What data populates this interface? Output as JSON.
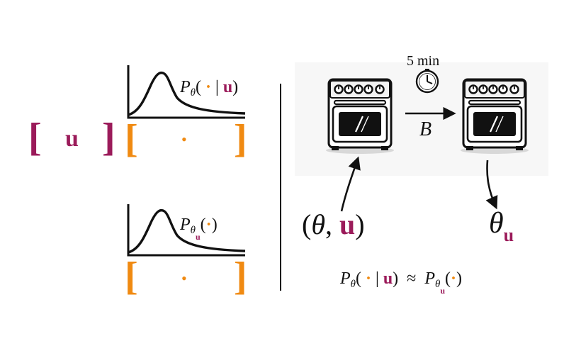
{
  "left": {
    "context_bracket": {
      "open": "[",
      "close": "]",
      "symbol": "u",
      "color": "#9b1b5a"
    },
    "top_dist": {
      "label": {
        "p": "P",
        "sub": "θ",
        "open": "(",
        "dot": "·",
        "bar": "|",
        "u": "u",
        "close": ")"
      },
      "bracket": {
        "open": "[",
        "close": "]",
        "dot": "•"
      }
    },
    "bottom_dist": {
      "label": {
        "p": "P",
        "sub": "θ",
        "subsub": "u",
        "open": "(",
        "dot": "·",
        "close": ")"
      },
      "bracket": {
        "open": "[",
        "close": "]",
        "dot": "•"
      }
    },
    "accent_color": "#f08a12"
  },
  "right": {
    "timer_text": "5 min",
    "timer_icon": "clock-icon",
    "arrow_label": "B",
    "input_label": {
      "open": "(",
      "theta": "θ",
      "comma": ",",
      "u": "u",
      "close": ")"
    },
    "output_label": {
      "theta": "θ",
      "sub": "u"
    },
    "equation": {
      "lhs": {
        "p": "P",
        "sub": "θ",
        "open": "(",
        "dot": "·",
        "bar": "|",
        "u": "u",
        "close": ")"
      },
      "approx": "≈",
      "rhs": {
        "p": "P",
        "sub": "θ",
        "subsub": "u",
        "open": "(",
        "dot": "·",
        "close": ")"
      }
    },
    "oven_icon": "oven-icon"
  }
}
